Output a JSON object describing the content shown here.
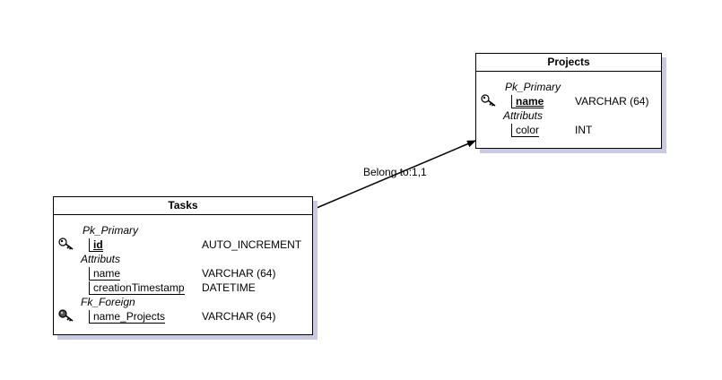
{
  "entities": {
    "projects": {
      "title": "Projects",
      "pk_group": "Pk_Primary",
      "attr_group": "Attributs",
      "pk_field": {
        "name": "name",
        "type": "VARCHAR (64)"
      },
      "attrs": [
        {
          "name": "color",
          "type": "INT"
        }
      ]
    },
    "tasks": {
      "title": "Tasks",
      "pk_group": "Pk_Primary",
      "attr_group": "Attributs",
      "fk_group": "Fk_Foreign",
      "pk_field": {
        "name": "id",
        "type": "AUTO_INCREMENT"
      },
      "attrs": [
        {
          "name": "name",
          "type": "VARCHAR (64)"
        },
        {
          "name": "creationTimestamp",
          "type": "DATETIME"
        }
      ],
      "fk_field": {
        "name": "name_Projects",
        "type": "VARCHAR (64)"
      }
    }
  },
  "relationship": {
    "label": "Belong to:1,1"
  },
  "icons": {
    "primary_key": "key-icon",
    "foreign_key": "key-icon"
  },
  "colors": {
    "shadow": "#c9c9e4",
    "border": "#000000",
    "key_fill": "#dddddd"
  }
}
